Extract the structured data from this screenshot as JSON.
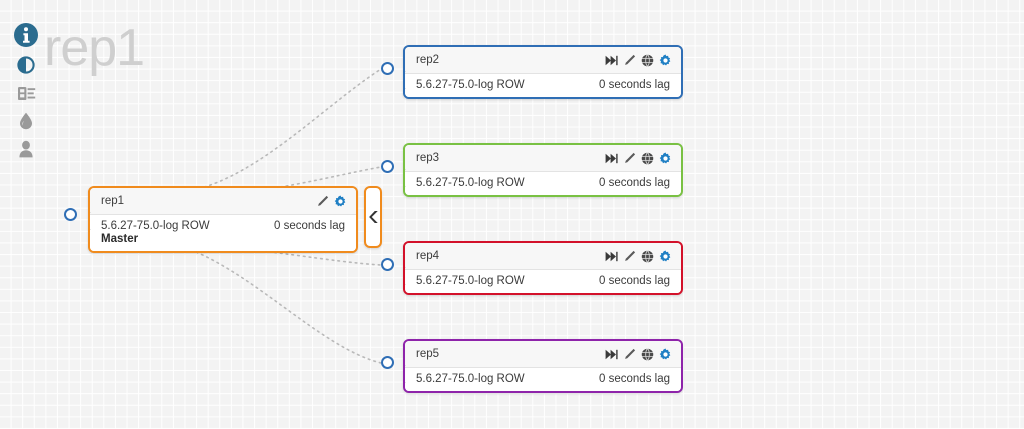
{
  "page": {
    "watermark_title": "rep1",
    "background_color": "#f3f3f3",
    "grid_line_color": "#ffffff"
  },
  "icon_rail": {
    "items": [
      {
        "name": "info-icon",
        "label": "Information",
        "active": true,
        "color": "#2b6c8f"
      },
      {
        "name": "contrast-icon",
        "label": "Status",
        "active": false,
        "color": "#2b6c8f"
      },
      {
        "name": "logs-icon",
        "label": "Logs",
        "active": false,
        "color": "#999999"
      },
      {
        "name": "droplet-icon",
        "label": "Backup",
        "active": false,
        "color": "#999999"
      },
      {
        "name": "user-icon",
        "label": "Users",
        "active": false,
        "color": "#999999"
      }
    ]
  },
  "topology": {
    "collapse_tab": {
      "label": "❮",
      "title": "Collapse"
    },
    "master": {
      "id": "rep1",
      "title": "rep1",
      "version": "5.6.27-75.0-log ROW",
      "lag": "0 seconds lag",
      "role": "Master",
      "border_color": "#f08b1d",
      "port_color": "#2f6eb5",
      "actions": [
        {
          "name": "edit-icon",
          "label": "Edit"
        },
        {
          "name": "gear-icon",
          "label": "Settings"
        }
      ]
    },
    "replicas": [
      {
        "id": "rep2",
        "title": "rep2",
        "version": "5.6.27-75.0-log ROW",
        "lag": "0 seconds lag",
        "border_color": "#2f6eb5",
        "port_color": "#2f6eb5",
        "actions": [
          {
            "name": "skip-forward-icon",
            "label": "Promote"
          },
          {
            "name": "edit-icon",
            "label": "Edit"
          },
          {
            "name": "globe-icon",
            "label": "Topology"
          },
          {
            "name": "gear-icon",
            "label": "Settings"
          }
        ]
      },
      {
        "id": "rep3",
        "title": "rep3",
        "version": "5.6.27-75.0-log ROW",
        "lag": "0 seconds lag",
        "border_color": "#79c143",
        "port_color": "#2f6eb5",
        "actions": [
          {
            "name": "skip-forward-icon",
            "label": "Promote"
          },
          {
            "name": "edit-icon",
            "label": "Edit"
          },
          {
            "name": "globe-icon",
            "label": "Topology"
          },
          {
            "name": "gear-icon",
            "label": "Settings"
          }
        ]
      },
      {
        "id": "rep4",
        "title": "rep4",
        "version": "5.6.27-75.0-log ROW",
        "lag": "0 seconds lag",
        "border_color": "#d3112a",
        "port_color": "#2f6eb5",
        "actions": [
          {
            "name": "skip-forward-icon",
            "label": "Promote"
          },
          {
            "name": "edit-icon",
            "label": "Edit"
          },
          {
            "name": "globe-icon",
            "label": "Topology"
          },
          {
            "name": "gear-icon",
            "label": "Settings"
          }
        ]
      },
      {
        "id": "rep5",
        "title": "rep5",
        "version": "5.6.27-75.0-log ROW",
        "lag": "0 seconds lag",
        "border_color": "#8e24aa",
        "port_color": "#2f6eb5",
        "actions": [
          {
            "name": "skip-forward-icon",
            "label": "Promote"
          },
          {
            "name": "edit-icon",
            "label": "Edit"
          },
          {
            "name": "globe-icon",
            "label": "Topology"
          },
          {
            "name": "gear-icon",
            "label": "Settings"
          }
        ]
      }
    ]
  }
}
